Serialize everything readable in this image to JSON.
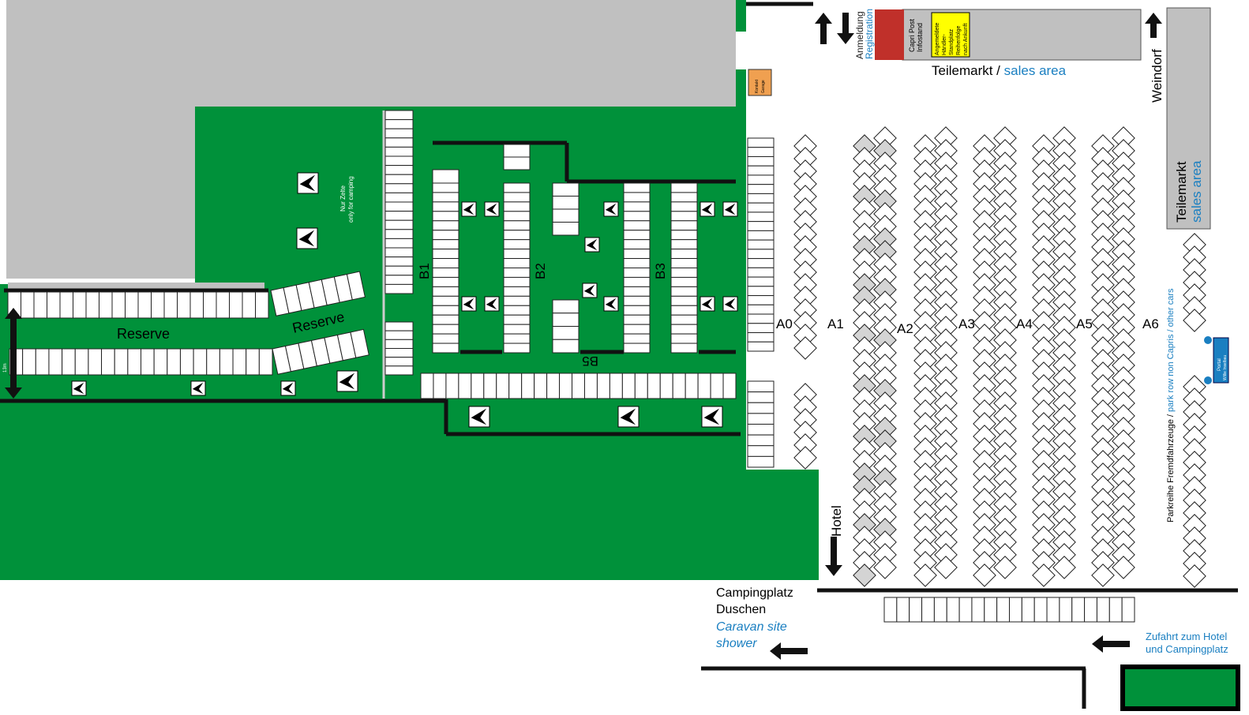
{
  "colors": {
    "green": "#00913a",
    "gray": "#c0c0c0",
    "blue": "#1a7fc1",
    "yellow": "#ffff00",
    "orange": "#f0a050"
  },
  "top": {
    "registration_de": "Anmeldung",
    "registration_en": "Registration",
    "infostand": [
      "Capri Post",
      "Infostand"
    ],
    "yellow_sign": [
      "Angemeldete",
      "Händler-",
      "Standplatz",
      "Reihenfolge",
      "nach Ankunft"
    ],
    "sales_de": "Teilemarkt /",
    "sales_en": "sales area",
    "contact": [
      "Kontakt",
      "Garage"
    ]
  },
  "right": {
    "weindorf": "Weindorf",
    "sales_de": "Teilemarkt",
    "sales_en": "sales area",
    "park_row_de": "Parkreihe Fremdfahrzeuge / ",
    "park_row_en": "park row non Capris / other cars",
    "portal": [
      "Portal",
      "Willie Inselbau"
    ]
  },
  "camping": {
    "tents_only": [
      "Nur Zelte",
      "only for camping"
    ],
    "reserve1": "Reserve",
    "reserve2": "Reserve",
    "distance": "13m"
  },
  "rows": {
    "b1": "B1",
    "b2": "B2",
    "b3": "B3",
    "b5": "B5",
    "a": [
      "A0",
      "A1",
      "A2",
      "A3",
      "A4",
      "A5",
      "A6"
    ]
  },
  "bottom": {
    "hotel": "Hotel",
    "camp_de": "Campingplatz",
    "shower_de": "Duschen",
    "camp_en": "Caravan site",
    "shower_en": "shower",
    "access": [
      "Zufahrt zum Hotel",
      "und Campingplatz"
    ]
  }
}
